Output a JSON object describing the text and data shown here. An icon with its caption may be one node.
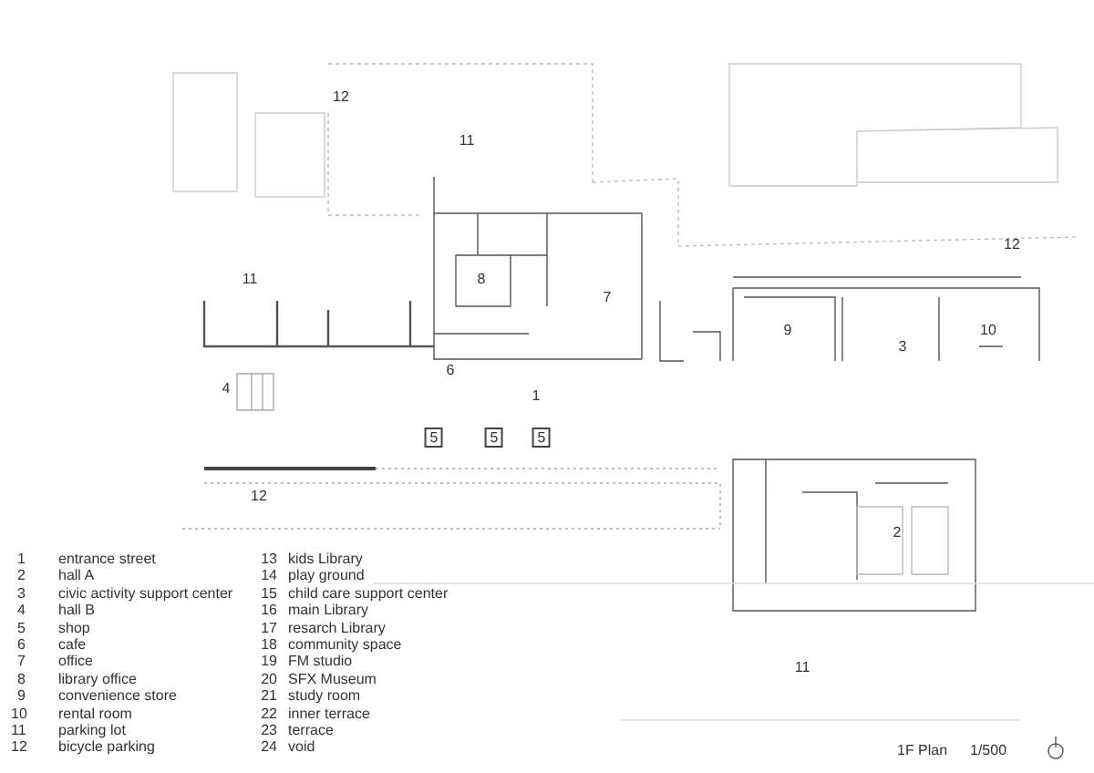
{
  "diagram": {
    "caption": "1F Plan",
    "labels": [
      "12",
      "11",
      "8",
      "7",
      "12",
      "11",
      "9",
      "3",
      "10",
      "6",
      "4",
      "1",
      "5",
      "5",
      "5",
      "12",
      "2",
      "11",
      "1",
      "entrance street",
      "13",
      "kids Library",
      "2",
      "hall A",
      "14",
      "play ground",
      "3",
      "civic activity support center",
      "15",
      "child care support center",
      "4",
      "hall B",
      "16",
      "main Library",
      "5",
      "shop",
      "17",
      "resarch Library",
      "6",
      "cafe",
      "18",
      "community space",
      "7",
      "office",
      "19",
      "FM studio",
      "8",
      "library office",
      "20",
      "SFX Museum",
      "9",
      "convenience store",
      "21",
      "study room",
      "10",
      "rental room",
      "22",
      "inner terrace",
      "11",
      "parking lot",
      "23",
      "terrace",
      "12",
      "bicycle parking",
      "24",
      "void",
      "1/500"
    ]
  }
}
